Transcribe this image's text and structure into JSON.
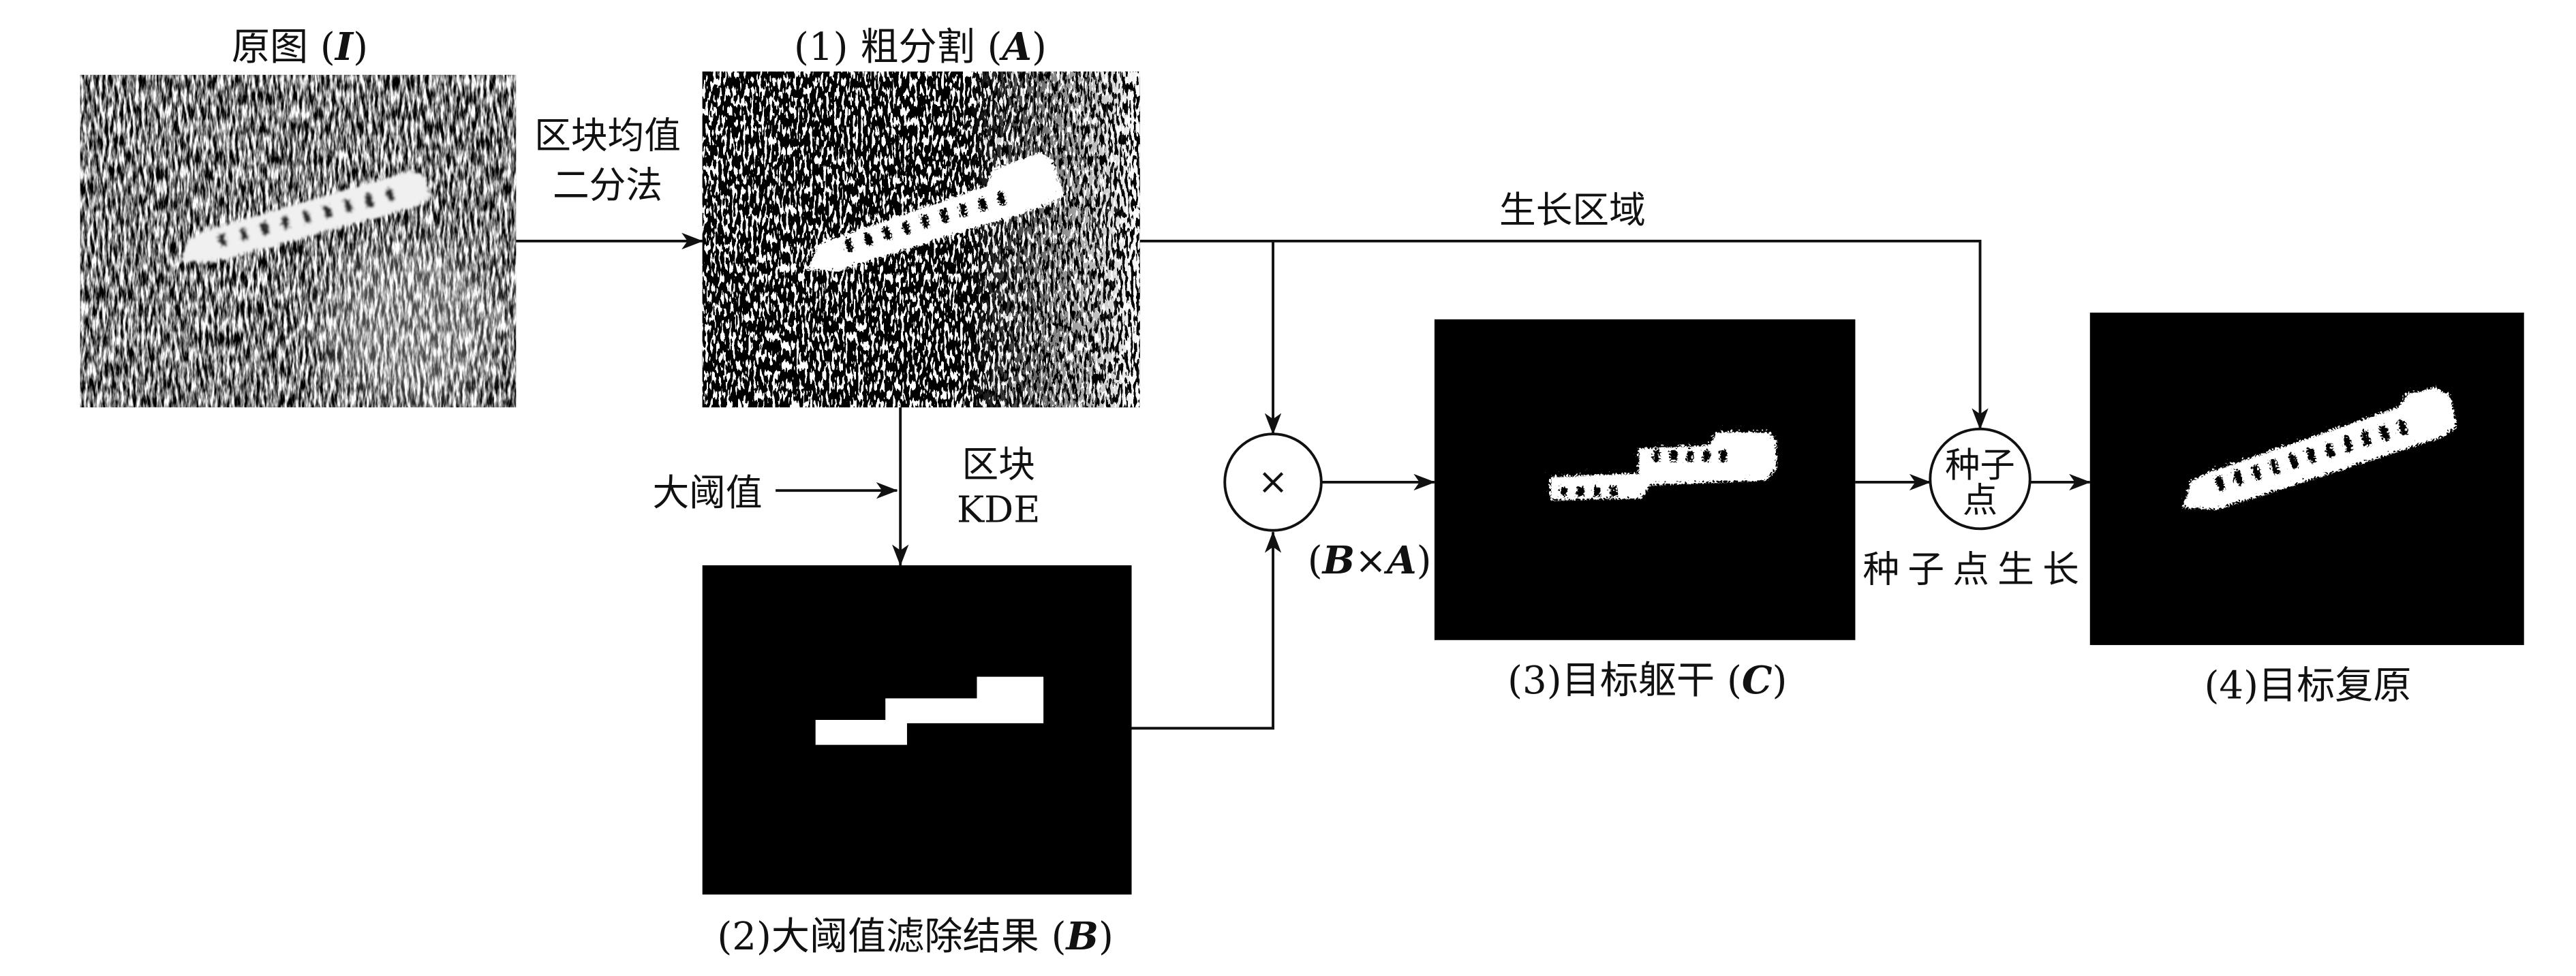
{
  "nodes": {
    "original": {
      "prefix": "原图 (",
      "symbol": "I",
      "suffix": ")"
    },
    "coarse_segmentation": {
      "prefix": "(1) 粗分割 (",
      "symbol": "A",
      "suffix": ")"
    },
    "large_threshold_result": {
      "prefix": "(2)大阈值滤除结果 (",
      "symbol": "B",
      "suffix": ")"
    },
    "target_trunk": {
      "prefix": "(3)目标躯干 (",
      "symbol": "C",
      "suffix": ")"
    },
    "target_restored": {
      "label": "(4)目标复原"
    }
  },
  "operators": {
    "multiply": {
      "symbol": "×",
      "caption": {
        "open": "(",
        "left": "B",
        "op": "×",
        "right": "A",
        "close": ")"
      }
    },
    "seed_point": {
      "line1": "种子",
      "line2": "点",
      "caption": "种子点生长"
    }
  },
  "edges": {
    "block_mean_binarization": {
      "line1": "区块均值",
      "line2": "二分法"
    },
    "growth_region": {
      "label": "生长区域"
    },
    "large_threshold": {
      "label": "大阈值"
    },
    "block_kde": {
      "line1": "区块",
      "line2": "KDE"
    }
  }
}
